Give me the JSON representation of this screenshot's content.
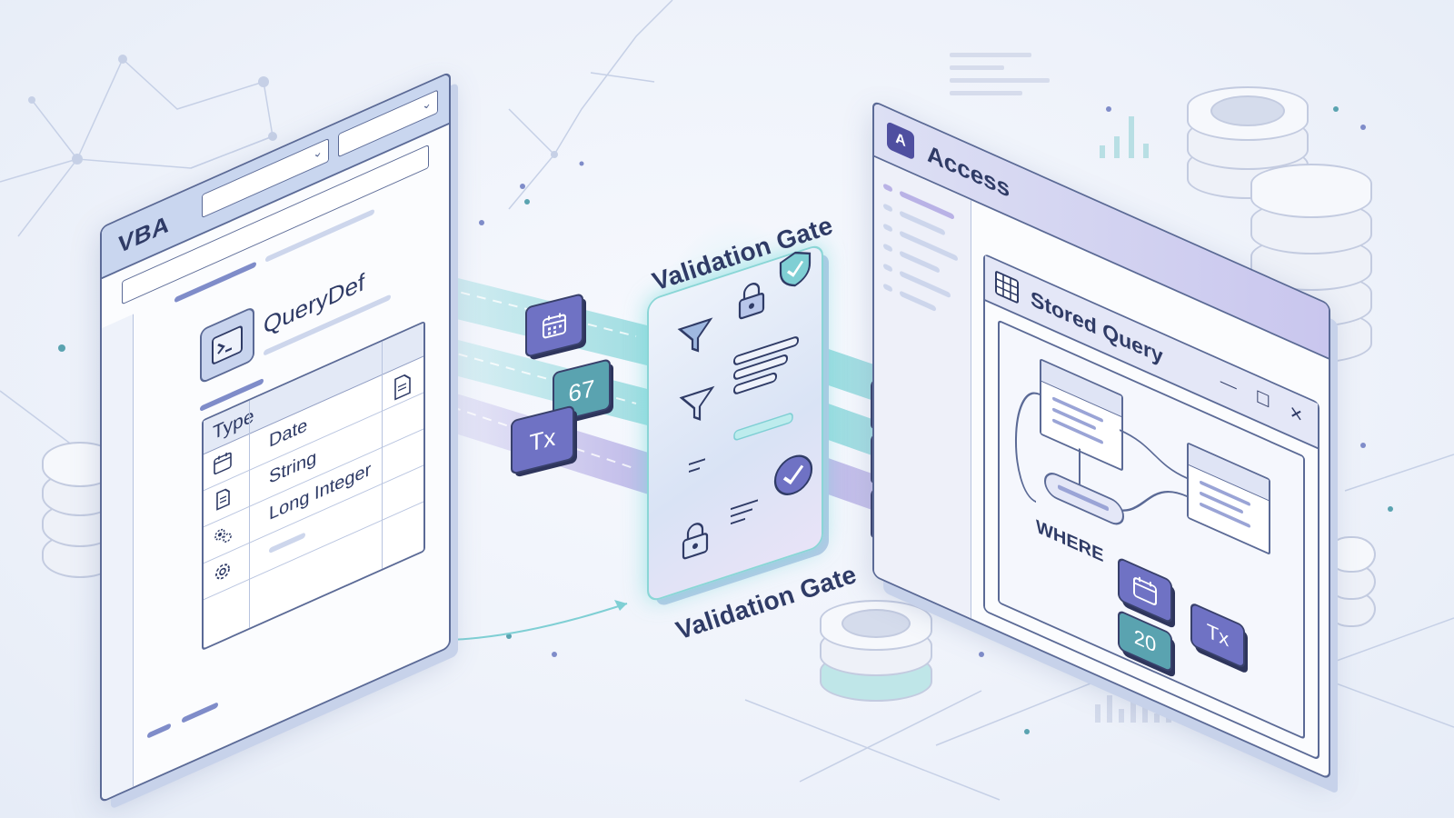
{
  "vba_panel": {
    "title": "VBA",
    "querydef_label": "QueryDef",
    "grid_header": "Type",
    "rows": [
      {
        "icon": "calendar-icon",
        "type": "Date"
      },
      {
        "icon": "document-icon",
        "type": "String"
      },
      {
        "icon": "gears-icon",
        "type": "Long Integer"
      },
      {
        "icon": "gear-icon",
        "type": ""
      }
    ]
  },
  "gate": {
    "label_top": "Validation Gate",
    "label_bottom": "Validation Gate",
    "icons": [
      "funnel-icon",
      "lock-icon",
      "shield-check-icon",
      "funnel-icon",
      "lines-icon",
      "lock-icon",
      "check-circle-icon"
    ]
  },
  "tokens_in": [
    {
      "kind": "calendar-icon",
      "text": "",
      "color": "#6f72c4"
    },
    {
      "kind": "number",
      "text": "67",
      "color": "#5aa3b0"
    },
    {
      "kind": "text",
      "text": "Tx",
      "color": "#6f72c4"
    }
  ],
  "tokens_out": [
    {
      "kind": "calendar-icon",
      "text": "",
      "color": "#6f72c4"
    },
    {
      "kind": "number",
      "text": "20",
      "color": "#5aa3b0"
    },
    {
      "kind": "text",
      "text": "Tx",
      "color": "#6f72c4"
    }
  ],
  "access_panel": {
    "title": "Access",
    "logo_letter": "A",
    "stored_query": {
      "title": "Stored Query",
      "controls": "— ☐ ✕",
      "where_label": "WHERE",
      "where_tokens": [
        {
          "kind": "calendar-icon",
          "text": ""
        },
        {
          "kind": "text",
          "text": "Tx"
        },
        {
          "kind": "number",
          "text": "20"
        }
      ]
    }
  },
  "colors": {
    "ink": "#2f3b66",
    "teal": "#5aa3b0",
    "purple": "#6f72c4",
    "panel_border": "#5b6a96",
    "beam_teal": "#8fd8dc",
    "beam_purple": "#b9b2e6"
  }
}
